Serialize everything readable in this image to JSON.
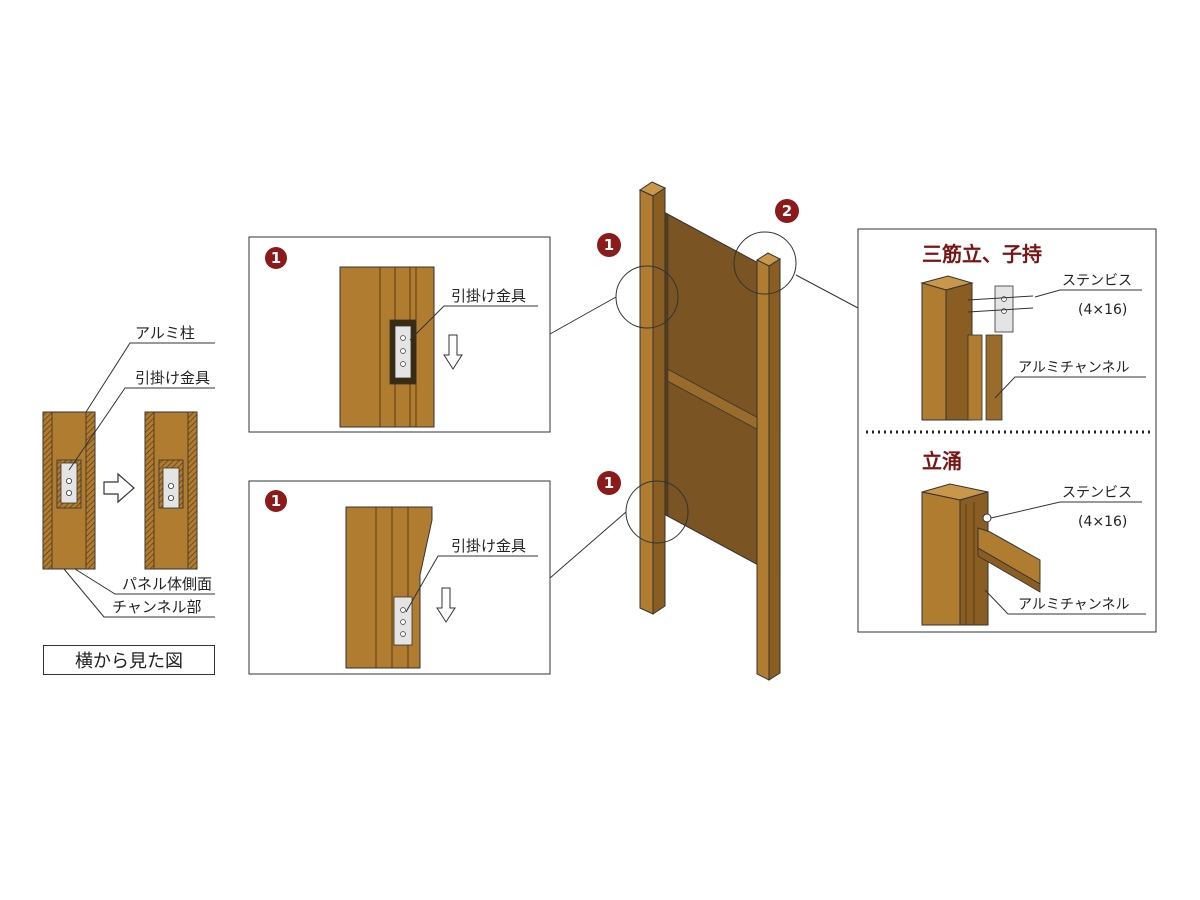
{
  "side_view": {
    "label_post": "アルミ柱",
    "label_hook": "引掛け金具",
    "label_panel_side": "パネル体側面",
    "label_channel": "チャンネル部",
    "caption": "横から見た図"
  },
  "badges": {
    "one": "1",
    "two": "2"
  },
  "detail_top_left": {
    "label_hook": "引掛け金具"
  },
  "detail_bottom_left": {
    "label_hook": "引掛け金具"
  },
  "detail_right": {
    "title_upper": "三筋立、子持",
    "screw_label_upper": "ステンビス",
    "screw_size_upper": "(4×16)",
    "channel_label_upper": "アルミチャンネル",
    "title_lower": "立涌",
    "screw_label_lower": "ステンビス",
    "screw_size_lower": "(4×16)",
    "channel_label_lower": "アルミチャンネル"
  },
  "colors": {
    "wood": "#b07c30",
    "wood_dark": "#8a5e22",
    "panel": "#7a5422",
    "badge": "#8b1a1a",
    "metal": "#d8d8d8"
  }
}
